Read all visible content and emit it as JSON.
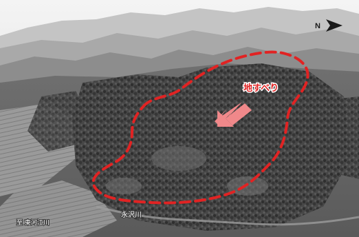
{
  "photo": {
    "type": "aerial landslide photograph",
    "palette": {
      "sky": "#e8e8e8",
      "far_mountains": "#b9b9b9",
      "mid_ridges": "#8f8f8f",
      "forest_dark": "#3a3a3a",
      "forest_mid": "#575757",
      "fields_light": "#a7a7a7"
    }
  },
  "overlay": {
    "landslide_label": "地すべり",
    "label_color": "#e12323",
    "outline_color": "#e12323",
    "arrow_color": "#f0888a",
    "compass_letter": "N",
    "compass_icon": "north-arrow",
    "river_label": "永沢川",
    "direction_label": "至 東河江川"
  }
}
